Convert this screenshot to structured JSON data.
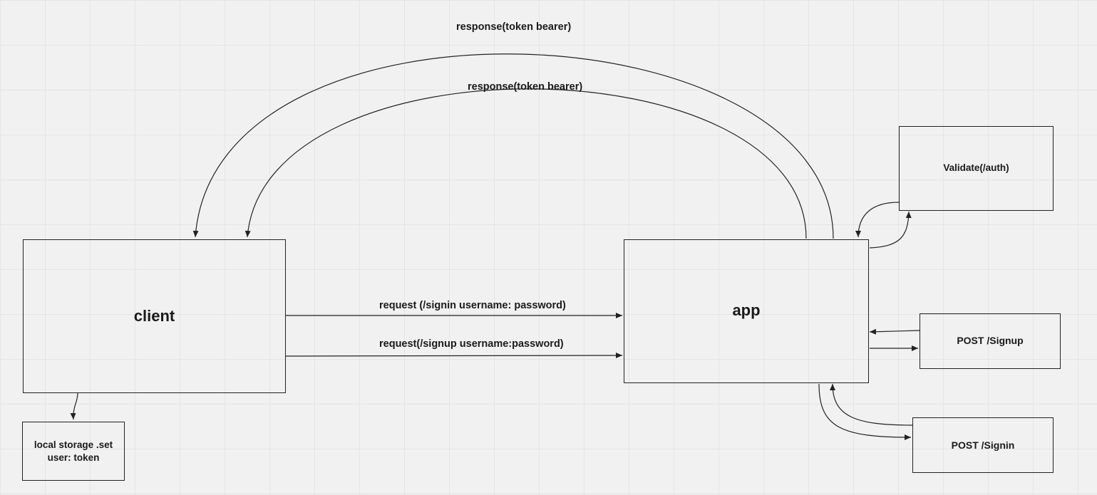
{
  "nodes": {
    "client": "client",
    "app": "app",
    "local_storage": {
      "line1": "local storage .set",
      "line2": "user: token"
    },
    "validate": "Validate(/auth)",
    "post_signup": "POST /Signup",
    "post_signin": "POST /Signin"
  },
  "edges": {
    "response_outer": "response(token bearer)",
    "response_inner": "response(token bearer)",
    "request_signin": "request (/signin username: password)",
    "request_signup": "request(/signup username:password)"
  }
}
